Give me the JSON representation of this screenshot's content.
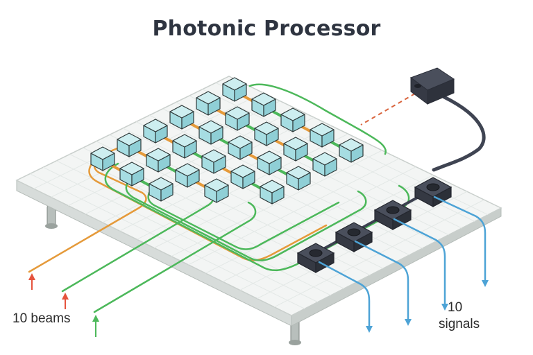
{
  "title": "Photonic Processor",
  "labels": {
    "input": "10 beams",
    "output_count": "10",
    "output": "signals"
  },
  "colors": {
    "board": "#f3f5f4",
    "board_edge": "#c9cfcc",
    "grid": "#e3e8e6",
    "cube_top": "#cdeef0",
    "cube_left": "#a6dde2",
    "cube_right": "#8fcfd6",
    "cube_stroke": "#2f3a3a",
    "waveguide_orange": "#e59a3a",
    "waveguide_green": "#4cb85a",
    "output_blue": "#4da3d6",
    "detector": "#3c4150",
    "laser_link": "#d9653e",
    "arrow_red": "#e5533d",
    "arrow_green": "#4cb85a",
    "cable": "#3f4452"
  },
  "icons": [
    "laser-source-icon",
    "photodetector-icon",
    "input-arrow-icon",
    "output-arrow-icon"
  ]
}
